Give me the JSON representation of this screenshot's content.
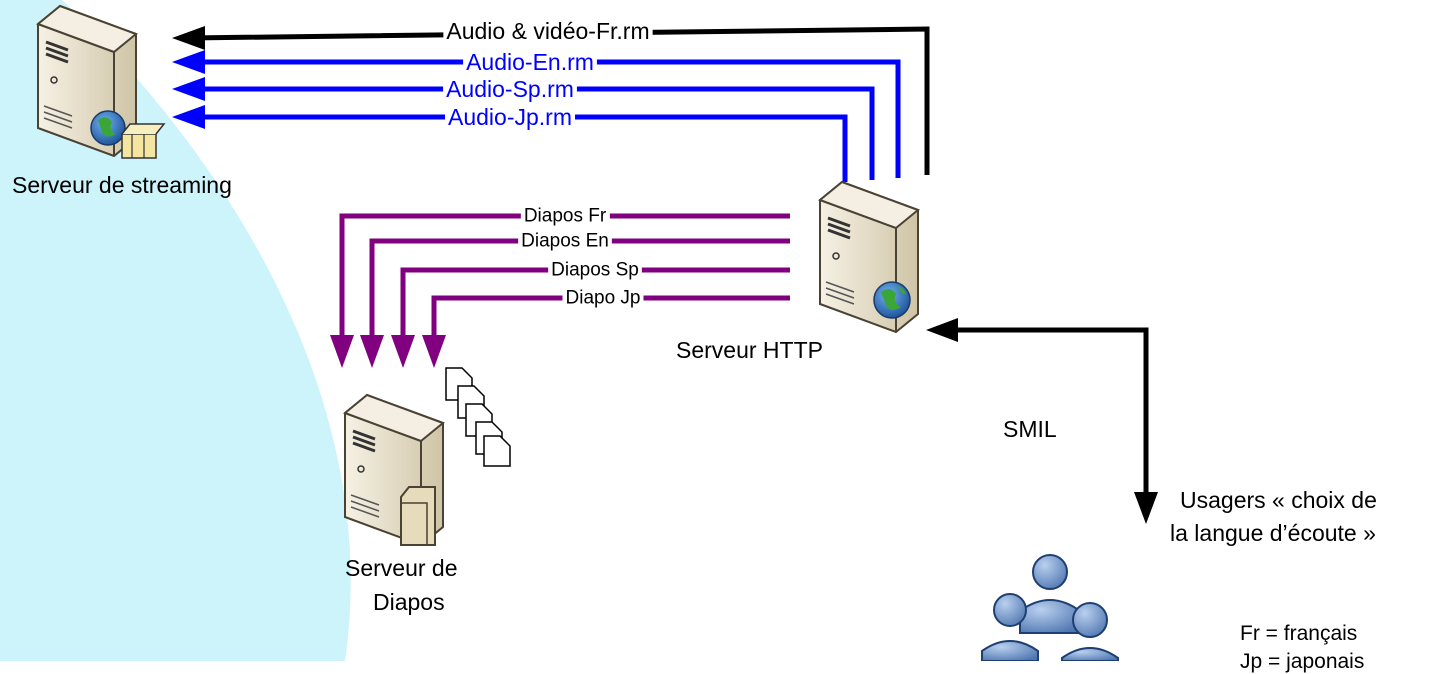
{
  "servers": {
    "streaming": "Serveur de streaming",
    "http": "Serveur HTTP",
    "diapos_line1": "Serveur de",
    "diapos_line2": "Diapos"
  },
  "audio_flows": [
    {
      "label": "Audio & vidéo-Fr.rm",
      "color": "#000000"
    },
    {
      "label": "Audio-En.rm",
      "color": "#0000ff"
    },
    {
      "label": "Audio-Sp.rm",
      "color": "#0000ff"
    },
    {
      "label": "Audio-Jp.rm",
      "color": "#0000ff"
    }
  ],
  "diapo_flows": [
    {
      "label": "Diapos Fr",
      "color": "#800080"
    },
    {
      "label": "Diapos En",
      "color": "#800080"
    },
    {
      "label": "Diapos Sp",
      "color": "#800080"
    },
    {
      "label": "Diapo Jp",
      "color": "#800080"
    }
  ],
  "smil_label": "SMIL",
  "users": {
    "line1": "Usagers « choix de",
    "line2": "la langue d’écoute »"
  },
  "legend": [
    "Fr = français",
    "Jp = japonais"
  ],
  "colors": {
    "background_arc": "#cdf3fb",
    "audio_main": "#000000",
    "audio_other": "#0000ff",
    "diapos": "#800080",
    "server_body": "#e8e0cc",
    "globe": "#2a6fb8",
    "user": "#6f95c9"
  },
  "icons": [
    "streaming-server-icon",
    "http-server-icon",
    "slides-server-icon",
    "documents-icon",
    "users-icon"
  ]
}
